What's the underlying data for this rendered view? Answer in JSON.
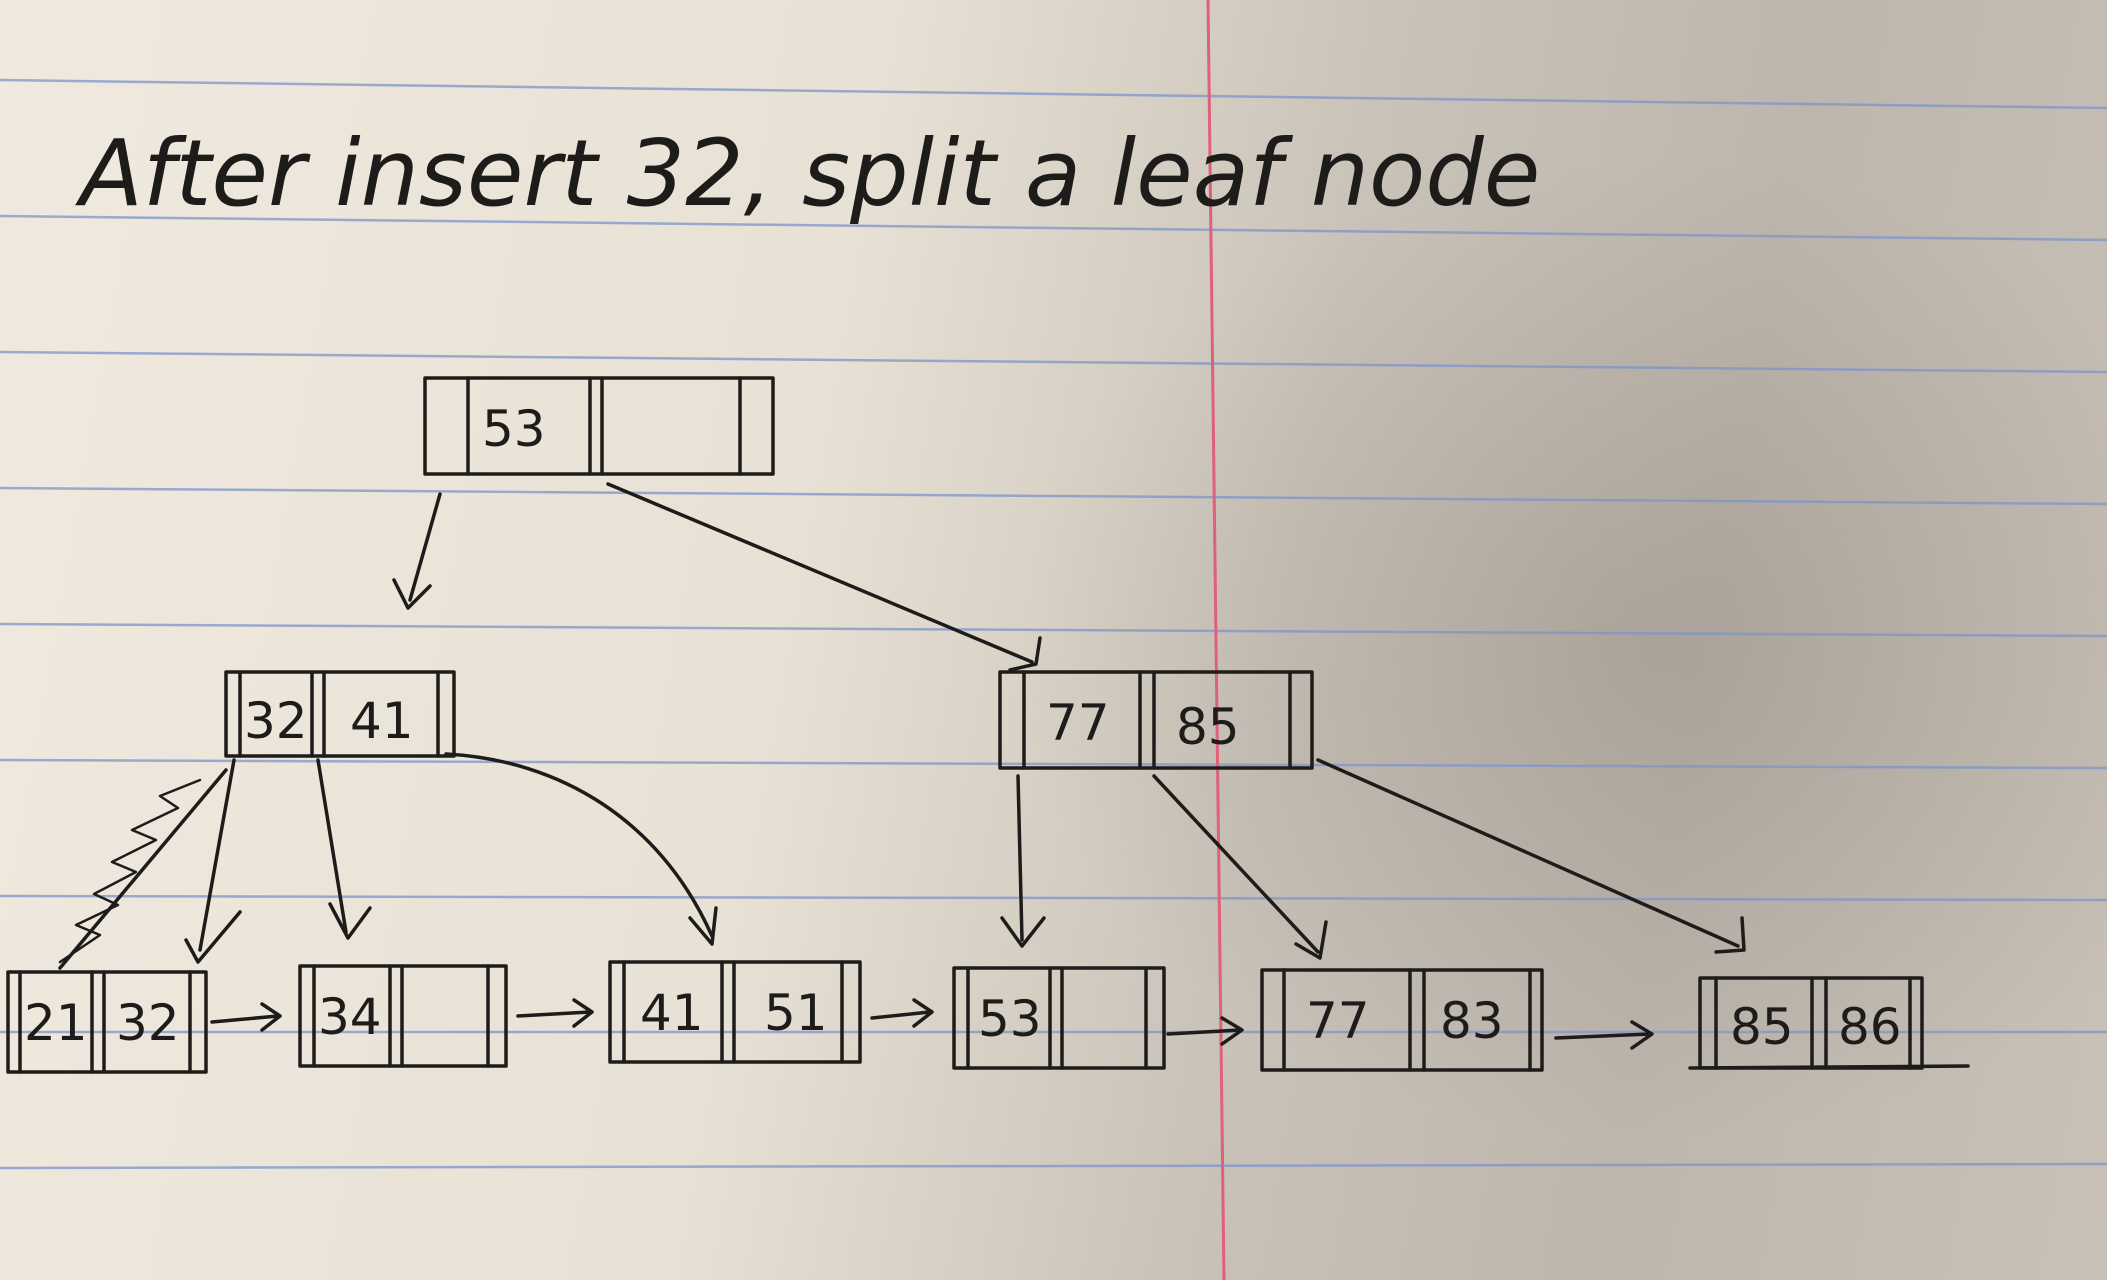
{
  "title": "After insert 32, split a leaf node",
  "tree": {
    "root": {
      "keys": [
        "53",
        ""
      ]
    },
    "internal": [
      {
        "keys": [
          "32",
          "41"
        ]
      },
      {
        "keys": [
          "77",
          "85"
        ]
      }
    ],
    "leaves": [
      {
        "keys": [
          "21",
          "32"
        ]
      },
      {
        "keys": [
          "34",
          ""
        ]
      },
      {
        "keys": [
          "41",
          "51"
        ]
      },
      {
        "keys": [
          "53",
          ""
        ]
      },
      {
        "keys": [
          "77",
          "83"
        ]
      },
      {
        "keys": [
          "85",
          "86"
        ]
      }
    ]
  },
  "colors": {
    "ink": "#1e1c1a",
    "rule_line": "#7f94c9",
    "margin_line": "#e0607a"
  }
}
